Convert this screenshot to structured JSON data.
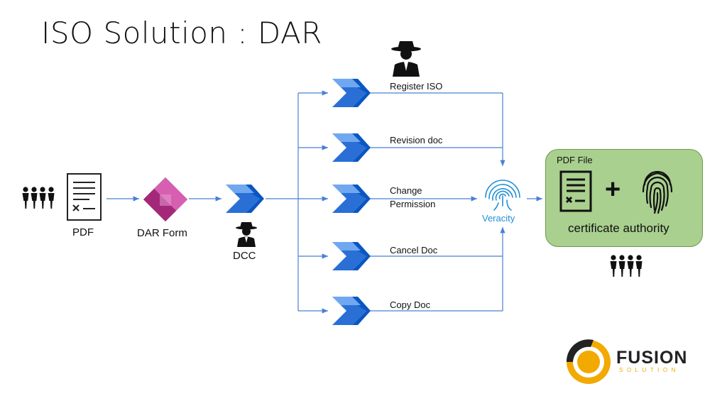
{
  "title": "ISO Solution : DAR",
  "nodes": {
    "pdf": "PDF",
    "dar_form": "DAR Form",
    "dcc": "DCC",
    "veracity": "Veracity"
  },
  "flows": [
    {
      "label": "Register ISO"
    },
    {
      "label": "Revision doc"
    },
    {
      "label": "Change\nPermission"
    },
    {
      "label": "Cancel Doc"
    },
    {
      "label": "Copy Doc"
    }
  ],
  "certificate": {
    "file_label": "PDF File",
    "plus": "+",
    "caption": "certificate authority"
  },
  "brand": {
    "name": "FUSION",
    "sub": "SOLUTION"
  },
  "colors": {
    "flow_blue": "#2a6fd6",
    "wire": "#4a7fd4",
    "powerapps": "#a3287a",
    "cert_green": "#a9d08e",
    "brand_orange": "#f2a900"
  }
}
